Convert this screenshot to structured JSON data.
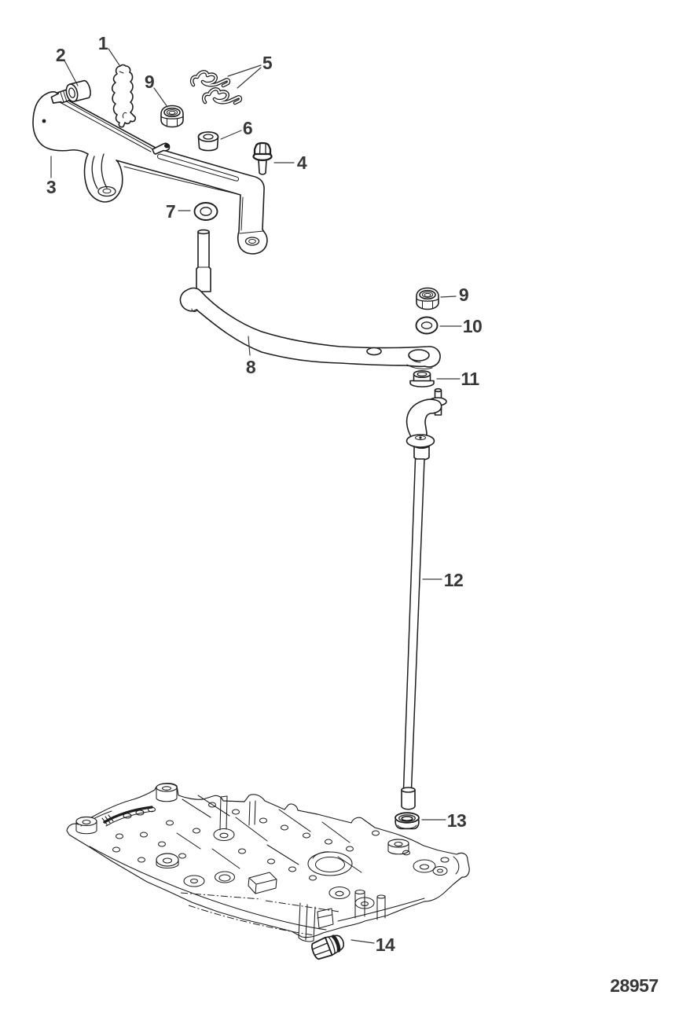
{
  "diagram": {
    "figure_type": "exploded-parts-diagram",
    "drawing_number": "28957",
    "colors": {
      "line": "#1e1e1e",
      "label": "#373737",
      "background": "#ffffff"
    },
    "callouts": [
      {
        "label": "1"
      },
      {
        "label": "2"
      },
      {
        "label": "9"
      },
      {
        "label": "5"
      },
      {
        "label": "6"
      },
      {
        "label": "4"
      },
      {
        "label": "3"
      },
      {
        "label": "7"
      },
      {
        "label": "8"
      },
      {
        "label": "9"
      },
      {
        "label": "10"
      },
      {
        "label": "11"
      },
      {
        "label": "12"
      },
      {
        "label": "13"
      },
      {
        "label": "14"
      }
    ]
  }
}
